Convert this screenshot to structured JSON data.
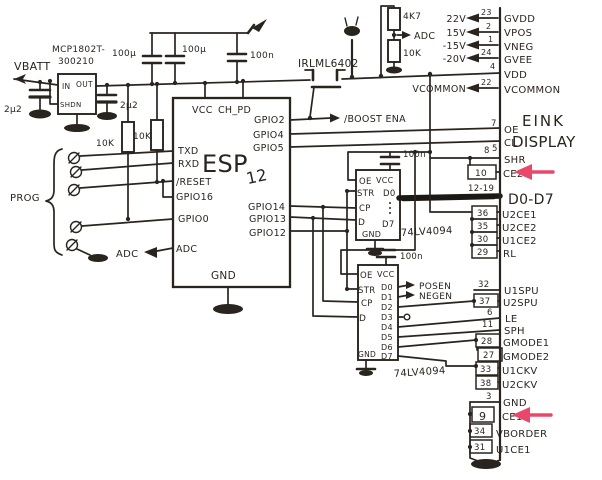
{
  "colors": {
    "ink": "#2a241e",
    "paper": "#ffffff",
    "accent": "#e9486b"
  },
  "battery": {
    "net": "VBATT",
    "cap_in": "2µ2"
  },
  "regulator": {
    "part1": "MCP1802T-",
    "part2": "300210",
    "pin_in": "IN",
    "pin_out": "OUT",
    "pin_shdn": "SHDN",
    "cap_out": "2µ2"
  },
  "pullups": {
    "r1": "10K",
    "r2": "10K"
  },
  "rail_caps": {
    "c1": "100µ",
    "c2": "100µ",
    "c3": "100n"
  },
  "divider": {
    "r_top": "4K7",
    "r_bot": "10K",
    "net": "ADC"
  },
  "mosfet": {
    "part": "IRLML6402",
    "gate_net": "/BOOST ENA"
  },
  "esp": {
    "title": "ESP",
    "variant": "12",
    "pin_vcc": "VCC",
    "pin_chpd": "CH_PD",
    "pin_txd": "TXD",
    "pin_rxd": "RXD",
    "pin_reset": "/RESET",
    "pin_gpio16": "GPIO16",
    "pin_gpio0": "GPIO0",
    "pin_adc": "ADC",
    "adc_net": "ADC",
    "pin_gpio2": "GPIO2",
    "pin_gpio4": "GPIO4",
    "pin_gpio5": "GPIO5",
    "pin_gpio14": "GPIO14",
    "pin_gpio13": "GPIO13",
    "pin_gpio12": "GPIO12",
    "pin_gnd": "GND"
  },
  "prog": {
    "label": "PROG"
  },
  "sr1": {
    "part": "74LV4094",
    "cap": "100n",
    "pin_oe": "OE",
    "pin_vcc": "VCC",
    "pin_str": "STR",
    "pin_d0": "D0",
    "pin_cp": "CP",
    "pin_d": "D",
    "pin_d7": "D7",
    "pin_gnd": "GND"
  },
  "sr2": {
    "part": "74LV4094",
    "cap": "100n",
    "pin_oe": "OE",
    "pin_vcc": "VCC",
    "pin_str": "STR",
    "pin_cp": "CP",
    "pin_d": "D",
    "pin_gnd": "GND",
    "pin_d0": "D0",
    "pin_d1": "D1",
    "pin_d2": "D2",
    "pin_d3": "D3",
    "pin_d4": "D4",
    "pin_d5": "D5",
    "pin_d6": "D6",
    "pin_d7": "D7",
    "net_posen": "POSEN",
    "net_negen": "NEGEN"
  },
  "display": {
    "title1": "EINK",
    "title2": "DISPLAY",
    "bus_pins": "12-19",
    "bus_name": "D0-D7",
    "power": [
      {
        "v": "22V",
        "pin": "23",
        "name": "GVDD"
      },
      {
        "v": "15V",
        "pin": "2",
        "name": "VPOS"
      },
      {
        "v": "-15V",
        "pin": "1",
        "name": "VNEG"
      },
      {
        "v": "-20V",
        "pin": "24",
        "name": "GVEE"
      },
      {
        "v": "",
        "pin": "4",
        "name": "VDD"
      },
      {
        "v": "VCOMMON",
        "pin": "22",
        "name": "VCOMMON"
      }
    ],
    "pins": [
      {
        "pin": "7",
        "name": "OE"
      },
      {
        "pin": "8",
        "name": "CL"
      },
      {
        "pin": "5",
        "name": "SHR"
      },
      {
        "pin": "10",
        "name": "CE2"
      },
      {
        "pin": "36",
        "name": "U2CE1"
      },
      {
        "pin": "35",
        "name": "U2CE2"
      },
      {
        "pin": "30",
        "name": "U1CE2"
      },
      {
        "pin": "29",
        "name": "RL"
      },
      {
        "pin": "32",
        "name": "U1SPU"
      },
      {
        "pin": "37",
        "name": "U2SPU"
      },
      {
        "pin": "6",
        "name": "LE"
      },
      {
        "pin": "11",
        "name": "SPH"
      },
      {
        "pin": "28",
        "name": "GMODE1"
      },
      {
        "pin": "27",
        "name": "GMODE2"
      },
      {
        "pin": "33",
        "name": "U1CKV"
      },
      {
        "pin": "38",
        "name": "U2CKV"
      },
      {
        "pin": "3",
        "name": "GND"
      },
      {
        "pin": "9",
        "name": "CE1"
      },
      {
        "pin": "34",
        "name": "VBORDER"
      },
      {
        "pin": "31",
        "name": "U1CE1"
      }
    ]
  }
}
